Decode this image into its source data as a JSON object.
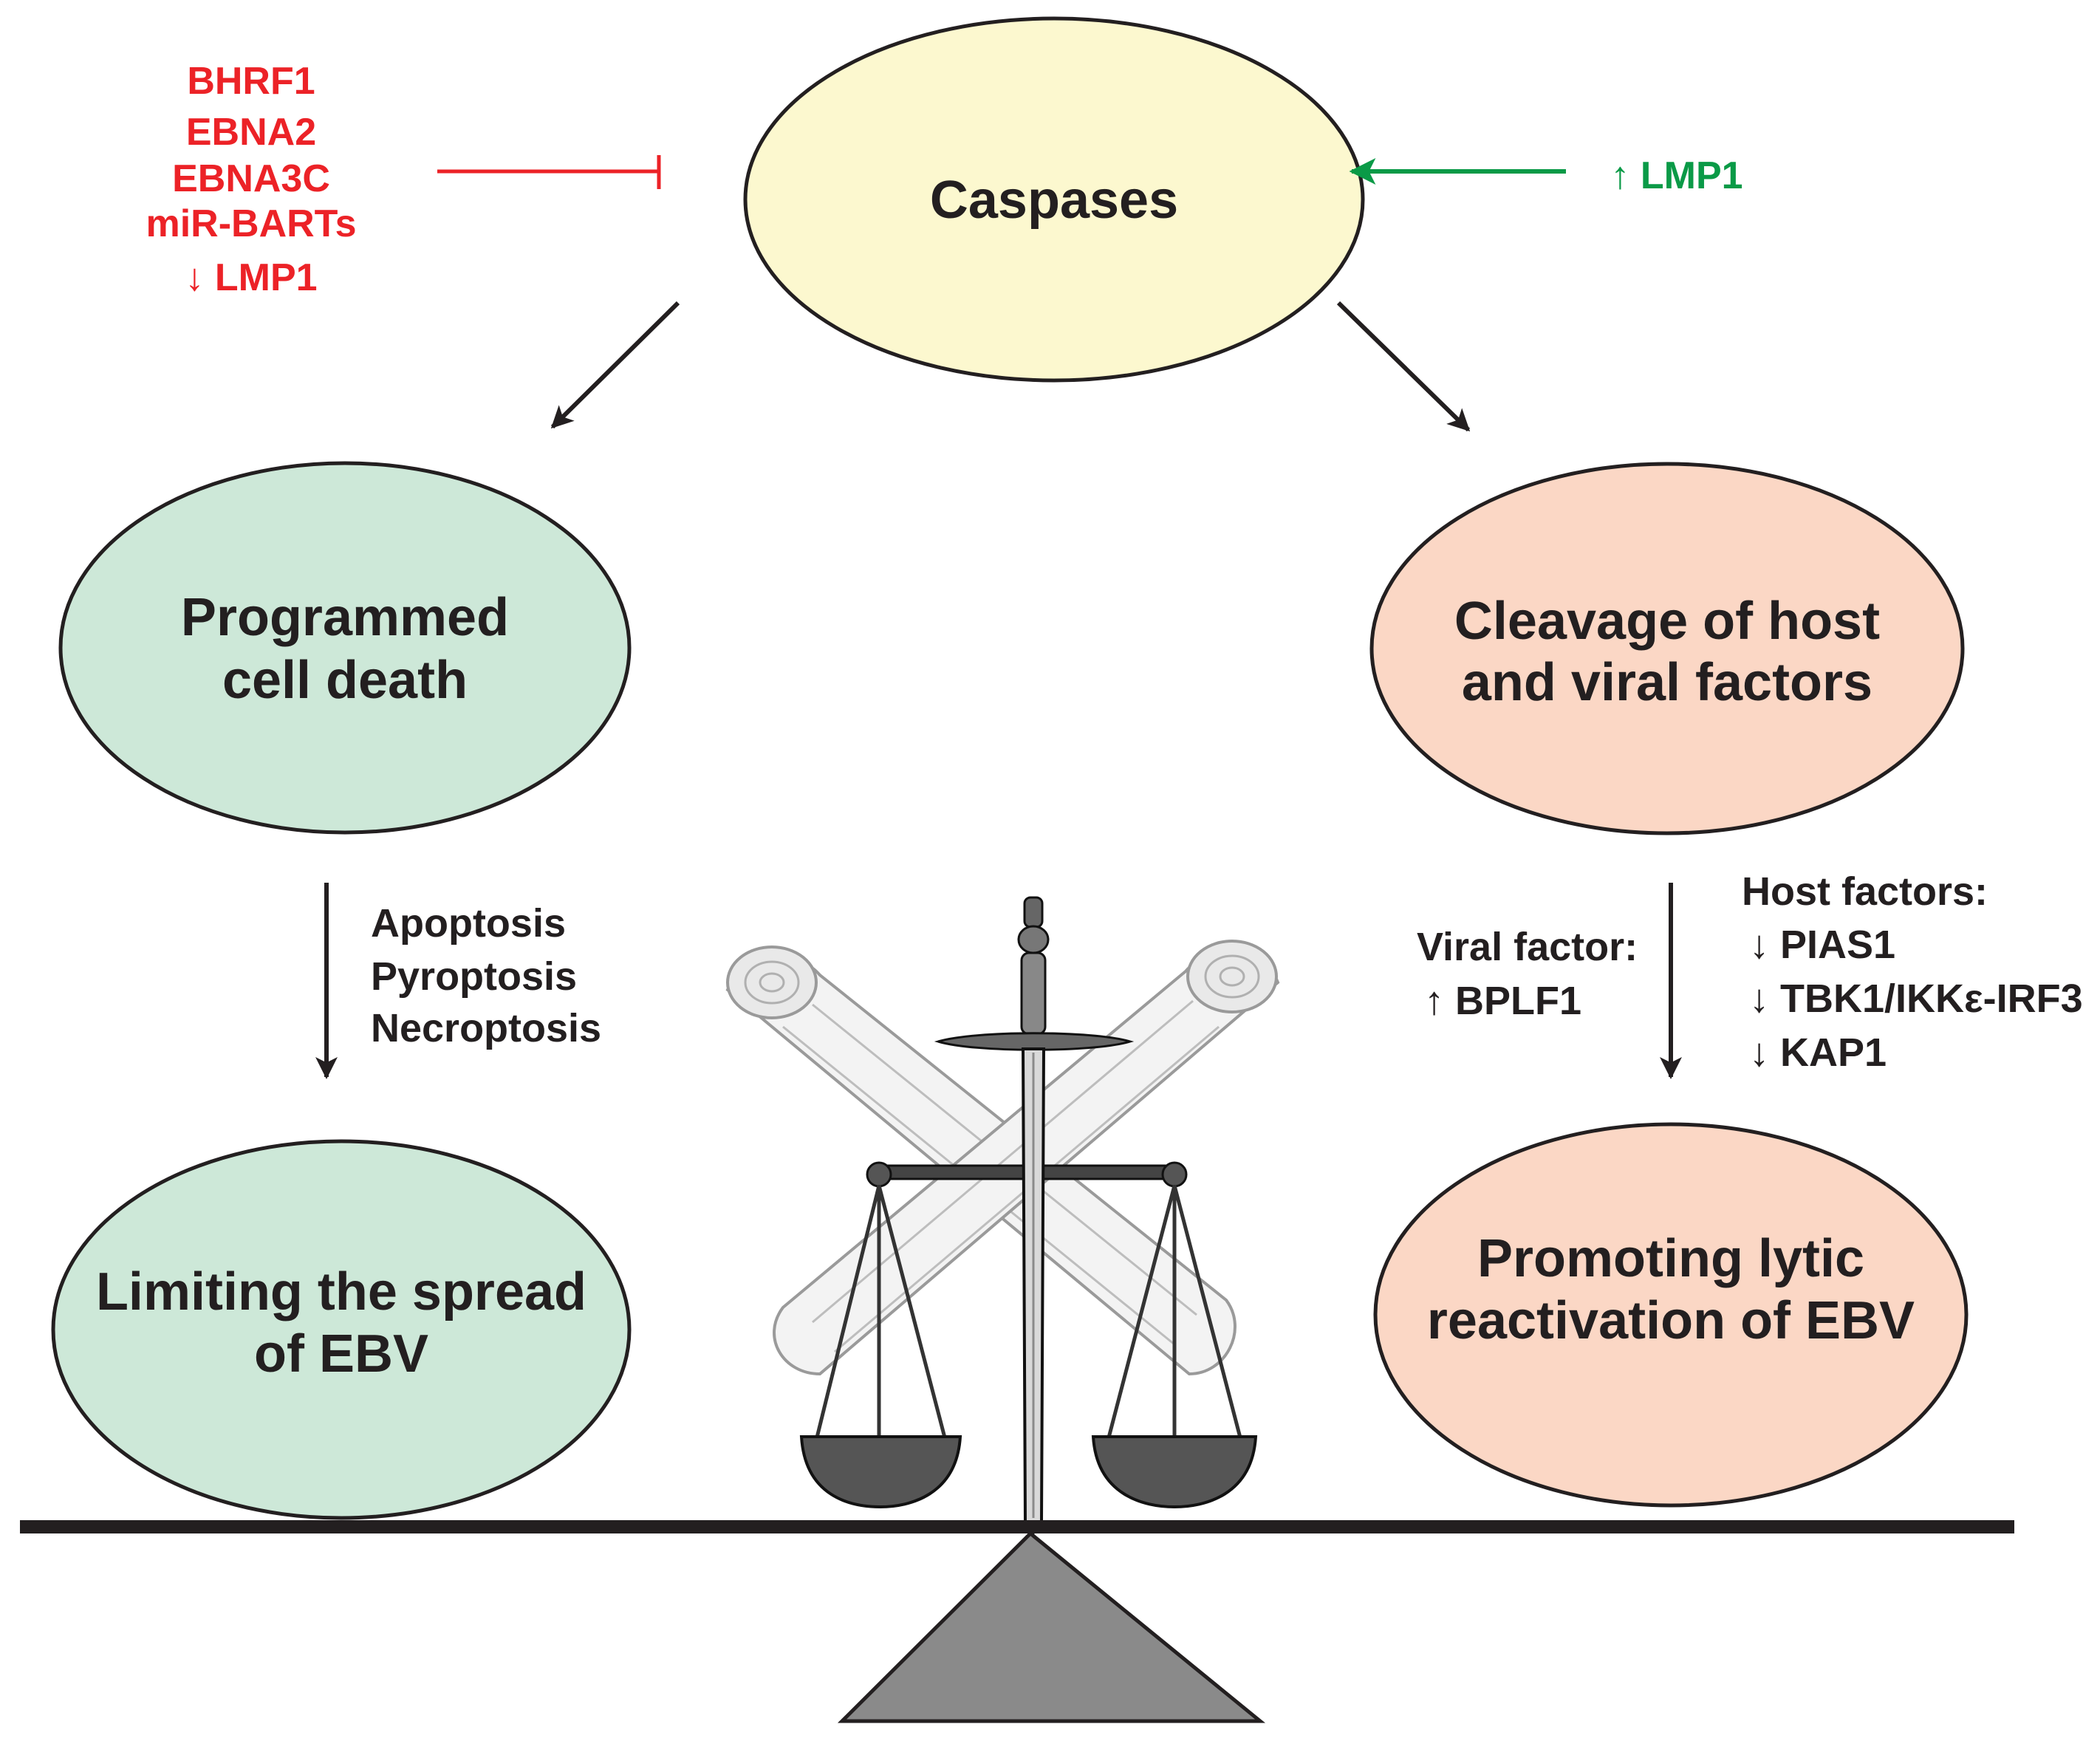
{
  "caspases": {
    "label": "Caspases",
    "fill": "#fcf8cf"
  },
  "inhibitors": {
    "color": "#ec2227",
    "items": [
      "BHRF1",
      "EBNA2",
      "EBNA3C",
      "miR-BARTs",
      "↓ LMP1"
    ]
  },
  "activator": {
    "color": "#0a9a47",
    "label": "↑ LMP1"
  },
  "left_branch": {
    "fill": "#cde8d8",
    "top_node": [
      "Programmed",
      "cell death"
    ],
    "types": [
      "Apoptosis",
      "Pyroptosis",
      "Necroptosis"
    ],
    "bottom_node": [
      "Limiting the spread",
      "of EBV"
    ]
  },
  "right_branch": {
    "fill": "#fbd7c5",
    "top_node": [
      "Cleavage of host",
      "and viral factors"
    ],
    "viral_factor_title": "Viral factor:",
    "viral_factor_items": [
      "↑ BPLF1"
    ],
    "host_factors_title": "Host factors:",
    "host_factors_items": [
      "↓ PIAS1",
      "↓ TBK1/IKKε-IRF3",
      "↓ KAP1"
    ],
    "bottom_node": [
      "Promoting lytic",
      "reactivation of EBV"
    ]
  },
  "colors": {
    "text": "#231f20",
    "outline": "#231f20",
    "fulcrum": "#8a8a8a"
  }
}
